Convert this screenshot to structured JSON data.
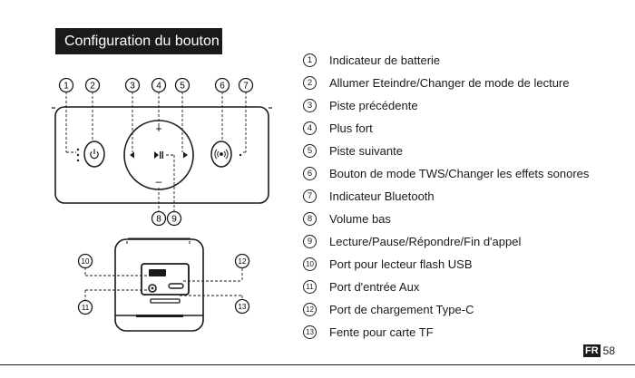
{
  "title": "Configuration du bouton",
  "callouts": [
    "1",
    "2",
    "3",
    "4",
    "5",
    "6",
    "7",
    "8",
    "9",
    "10",
    "11",
    "12",
    "13"
  ],
  "icons": {
    "power": "power-icon",
    "bluetooth_tws": "tws-signal-icon",
    "play_pause": "play-pause-icon",
    "prev": "triangle-left-icon",
    "next": "triangle-right-icon"
  },
  "button_labels": {
    "plus": "+",
    "minus": "–"
  },
  "legend": [
    {
      "num": "1",
      "text": "Indicateur de batterie"
    },
    {
      "num": "2",
      "text": "Allumer Eteindre/Changer de mode de lecture"
    },
    {
      "num": "3",
      "text": "Piste précédente"
    },
    {
      "num": "4",
      "text": "Plus fort"
    },
    {
      "num": "5",
      "text": "Piste suivante"
    },
    {
      "num": "6",
      "text": "Bouton de mode TWS/Changer les effets sonores"
    },
    {
      "num": "7",
      "text": "Indicateur Bluetooth"
    },
    {
      "num": "8",
      "text": "Volume bas"
    },
    {
      "num": "9",
      "text": "Lecture/Pause/Répondre/Fin d'appel"
    },
    {
      "num": "10",
      "text": "Port pour lecteur flash USB"
    },
    {
      "num": "11",
      "text": "Port d'entrée Aux"
    },
    {
      "num": "12",
      "text": "Port de chargement Type-C"
    },
    {
      "num": "13",
      "text": "Fente pour carte TF"
    }
  ],
  "footer": {
    "lang": "FR",
    "page": "58"
  }
}
